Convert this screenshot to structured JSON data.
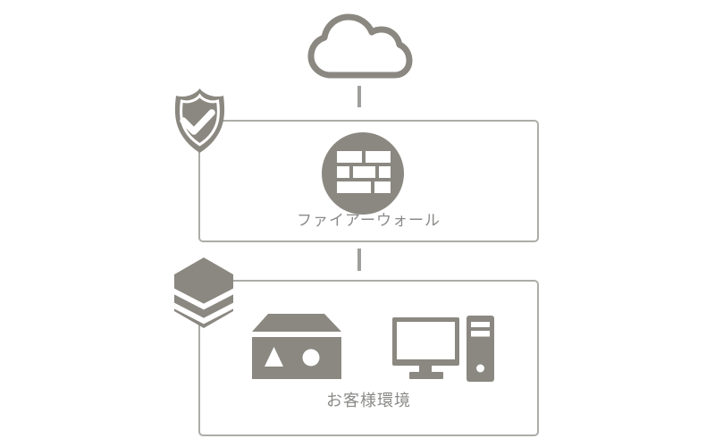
{
  "diagram": {
    "nodes": {
      "internet": {
        "icon": "cloud-icon"
      },
      "firewall": {
        "label": "ファイアーウォール",
        "badge_icon": "shield-check-icon",
        "icon": "firewall-bricks-icon"
      },
      "customer": {
        "label": "お客様環境",
        "badge_icon": "layers-stack-icon",
        "icons": [
          "package-box-icon",
          "desktop-computer-icon"
        ]
      }
    },
    "connections": [
      {
        "from": "internet",
        "to": "firewall",
        "style": "vertical-line"
      },
      {
        "from": "firewall",
        "to": "customer",
        "style": "vertical-line"
      }
    ],
    "colors": {
      "icon_gray": "#8a8880",
      "connector_gray": "#9e9e9a",
      "box_border_gray": "#acaca8",
      "label_gray": "#8a8a88",
      "background": "#ffffff",
      "white": "#ffffff"
    }
  }
}
